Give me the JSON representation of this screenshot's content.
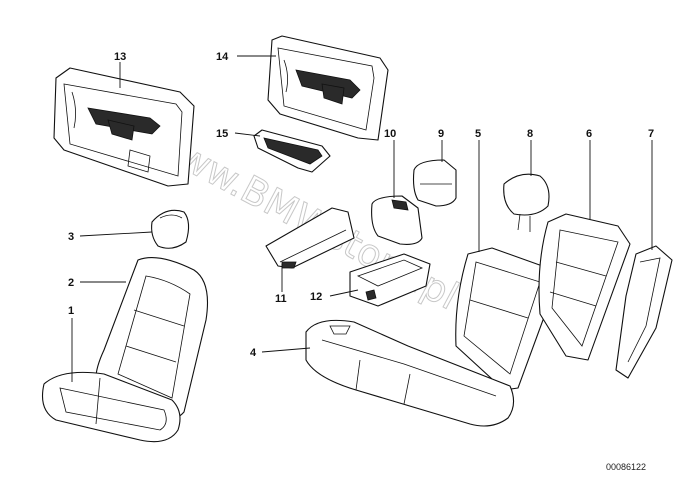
{
  "callouts": [
    "1",
    "2",
    "3",
    "4",
    "5",
    "6",
    "7",
    "8",
    "9",
    "10",
    "11",
    "12",
    "13",
    "14",
    "15"
  ],
  "watermark": "www.BMWstore.pl",
  "image_id": "00086122"
}
